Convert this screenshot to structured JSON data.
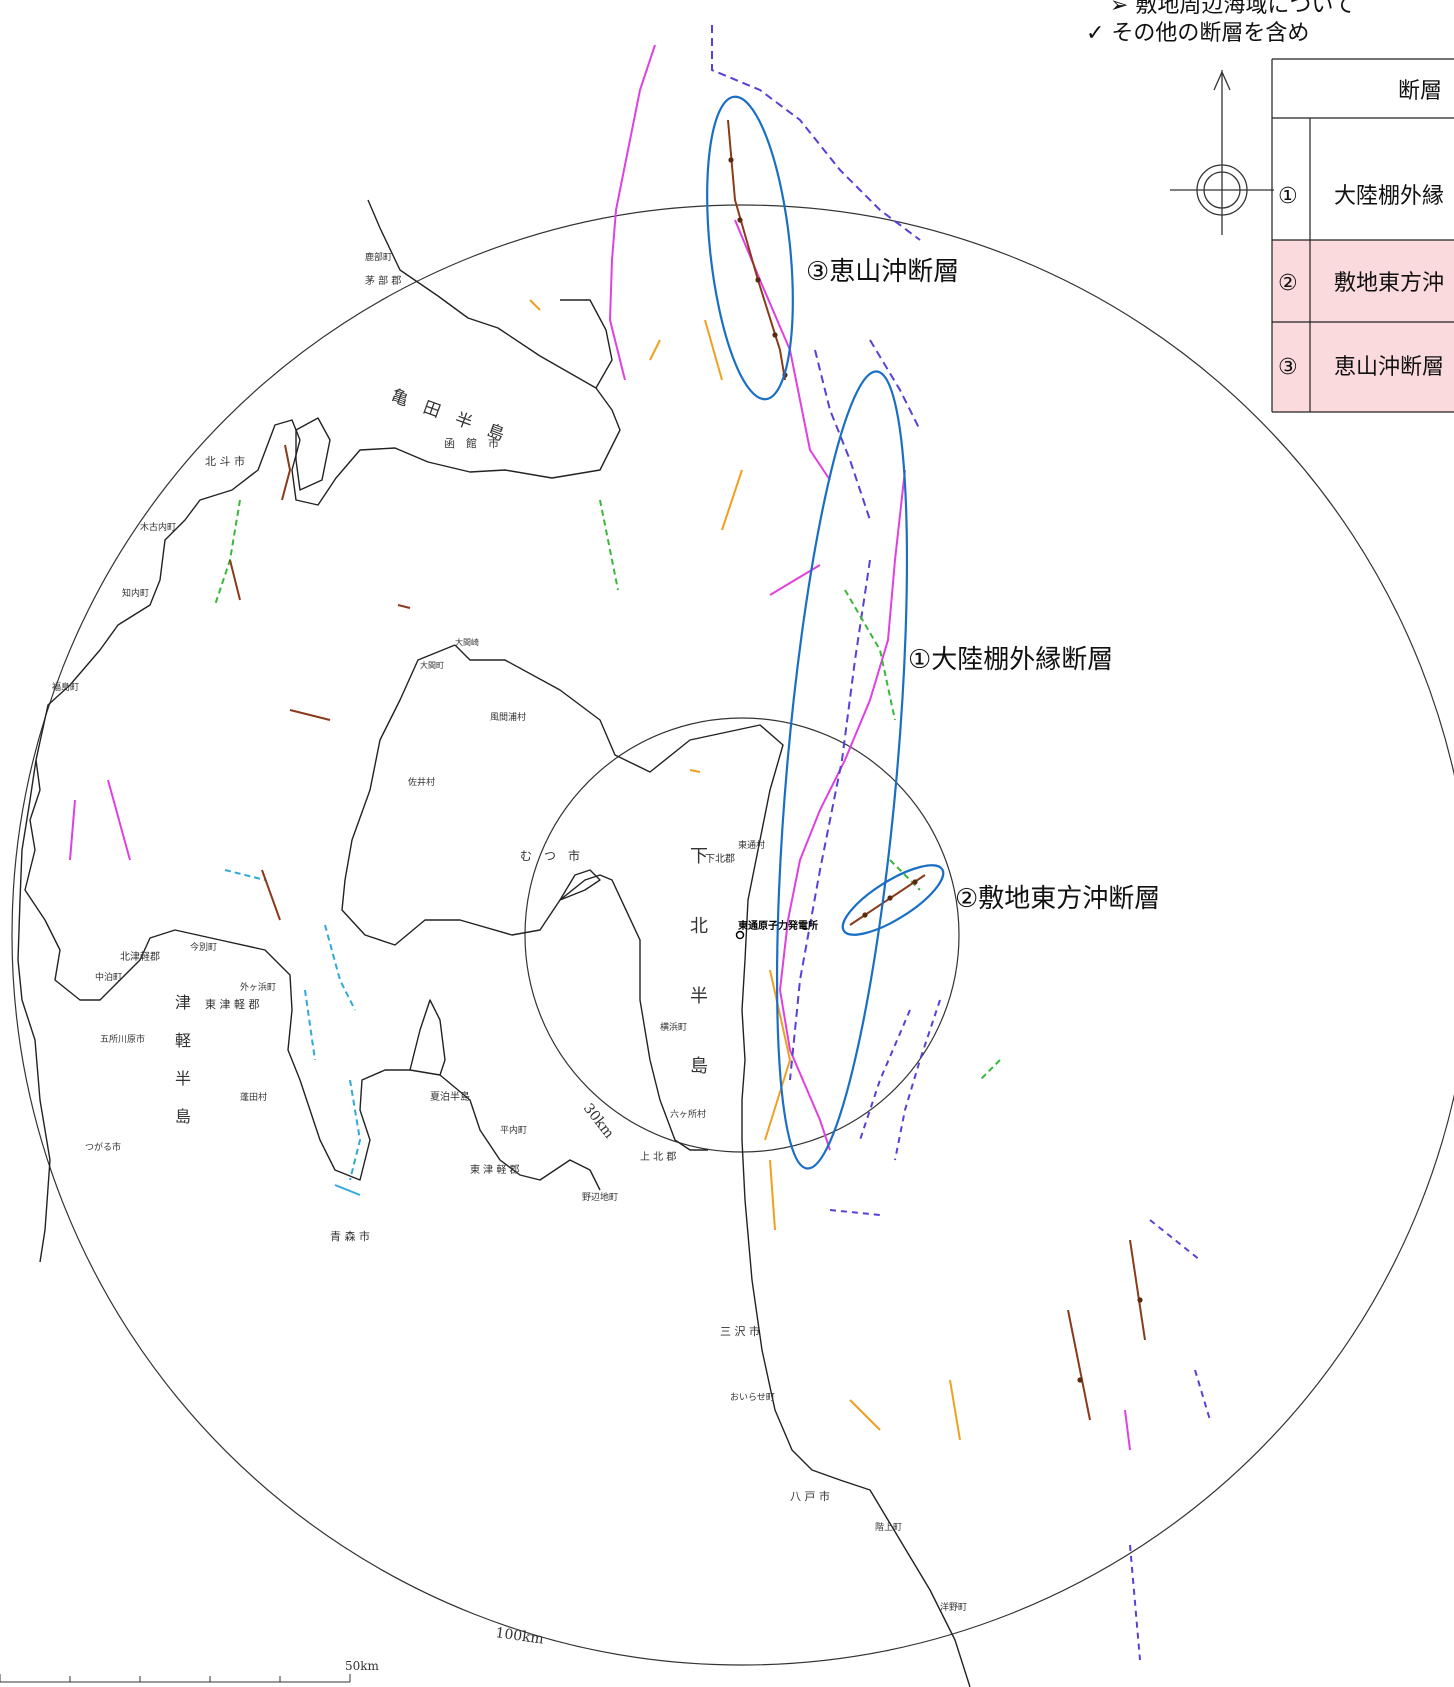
{
  "header": {
    "line1": "➢ 敷地周辺海域について",
    "line2": "✓ その他の断層を含め"
  },
  "table": {
    "header": "断層",
    "rows": [
      {
        "num": "①",
        "name": "大陸棚外縁",
        "highlight": false
      },
      {
        "num": "②",
        "name": "敷地東方沖",
        "highlight": true
      },
      {
        "num": "③",
        "name": "恵山沖断層",
        "highlight": true
      }
    ],
    "highlight_color": "#fadadd"
  },
  "callouts": {
    "fault1": "①大陸棚外縁断層",
    "fault2": "②敷地東方沖断層",
    "fault3": "③恵山沖断層"
  },
  "rings": {
    "inner": "30km",
    "outer": "100km"
  },
  "scale": {
    "label": "50km"
  },
  "places": {
    "kameda": "亀　田　半　島",
    "hakodate": "函　館　市",
    "hokuto": "北 斗 市",
    "kikonai": "木古内町",
    "shiriuchi": "知内町",
    "fukushima": "福島町",
    "shikabe": "鹿部町",
    "kayabe": "茅 部 郡",
    "mutsu": "む　つ　市",
    "kazamaura": "風間浦村",
    "sai": "佐井村",
    "shimokita": "下北郡",
    "higashidori": "東通村",
    "npp": "東通原子力発電所",
    "peninsula": [
      "下",
      "北",
      "半",
      "島"
    ],
    "tsugaru": [
      "津",
      "軽",
      "半",
      "島"
    ],
    "higashitsugaru": "東 津 軽 郡",
    "higashitsugaru2": "東 津 軽 郡",
    "kitatsugaru": "北津軽郡",
    "sotogahama": "外ヶ浜町",
    "imabetsu": "今別町",
    "nakadomari": "中泊町",
    "goshogawara": "五所川原市",
    "tsugaru_city": "つがる市",
    "yomogita": "蓬田村",
    "aomori": "青 森 市",
    "natsudomari": "夏泊半島",
    "hiranai": "平内町",
    "noheji": "野辺地町",
    "kamikita": "上 北 郡",
    "rokkasho": "六ヶ所村",
    "yokohama": "横浜町",
    "misawa": "三 沢 市",
    "oirase": "おいらせ町",
    "hachinohe": "八 戸 市",
    "hashikami": "階上町",
    "hirono": "洋野町",
    "oma": "大間崎",
    "ooma_town": "大間町"
  },
  "colors": {
    "magenta": "#e040e0",
    "orange": "#f0a020",
    "green": "#38b838",
    "purple": "#5540d8",
    "cyan": "#30a8d8",
    "brown": "#8a3a1a",
    "callout": "#1a6fc4"
  }
}
